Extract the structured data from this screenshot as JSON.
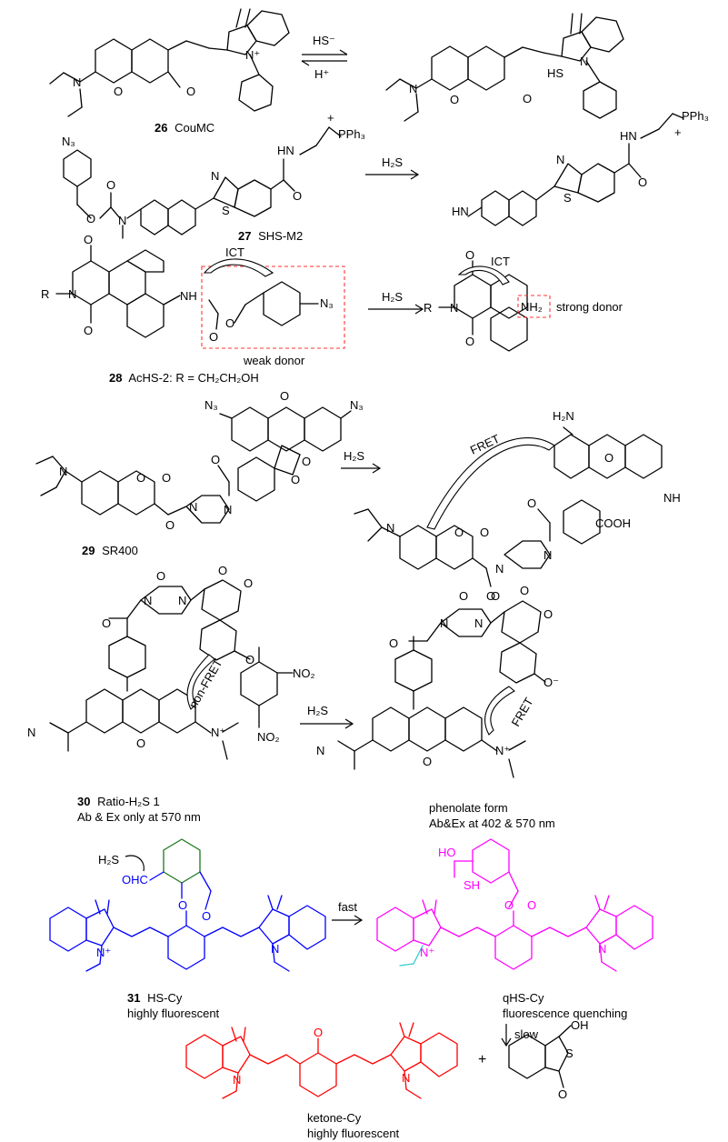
{
  "compounds": {
    "c26": {
      "num": "26",
      "name": "CouMC"
    },
    "c27": {
      "num": "27",
      "name": "SHS-M2"
    },
    "c28": {
      "num": "28",
      "name": "AcHS-2: R = CH₂CH₂OH"
    },
    "c29": {
      "num": "29",
      "name": "SR400"
    },
    "c30": {
      "num": "30",
      "name": "Ratio-H₂S 1",
      "note": "Ab & Ex only at 570 nm"
    },
    "c30p": {
      "name": "phenolate form",
      "note": "Ab&Ex at 402 & 570 nm"
    },
    "c31": {
      "num": "31",
      "name": "HS-Cy",
      "note": "highly fluorescent"
    },
    "qhs": {
      "name": "qHS-Cy",
      "note": "fluorescence quenching"
    },
    "ketone": {
      "name": "ketone-Cy",
      "note": "highly fluorescent"
    }
  },
  "reagents": {
    "hs_minus": "HS⁻",
    "h_plus": "H⁺",
    "h2s": "H₂S",
    "fast": "fast",
    "slow": "slow",
    "plus": "+"
  },
  "annotations": {
    "ict": "ICT",
    "weak_donor": "weak donor",
    "strong_donor": "strong donor",
    "fret": "FRET",
    "non_fret": "non-FRET"
  },
  "atoms": {
    "N": "N",
    "N_plus": "N⁺",
    "O": "O",
    "S": "S",
    "HS": "HS",
    "SH": "SH",
    "HN": "HN",
    "NH": "NH",
    "NH2": "NH₂",
    "H2N": "H₂N",
    "N3": "N₃",
    "NO2": "NO₂",
    "PPh3": "PPh₃",
    "plus_sign": "+",
    "OHC": "OHC",
    "HO": "HO",
    "OH": "OH",
    "COOH": "COOH",
    "R": "R",
    "O_minus": "O⁻"
  },
  "colors": {
    "black": "#000000",
    "blue": "#0000ff",
    "magenta": "#ff00ff",
    "red": "#ff0000",
    "green": "#1a7a1a",
    "dashed_box": "#ff3333"
  }
}
